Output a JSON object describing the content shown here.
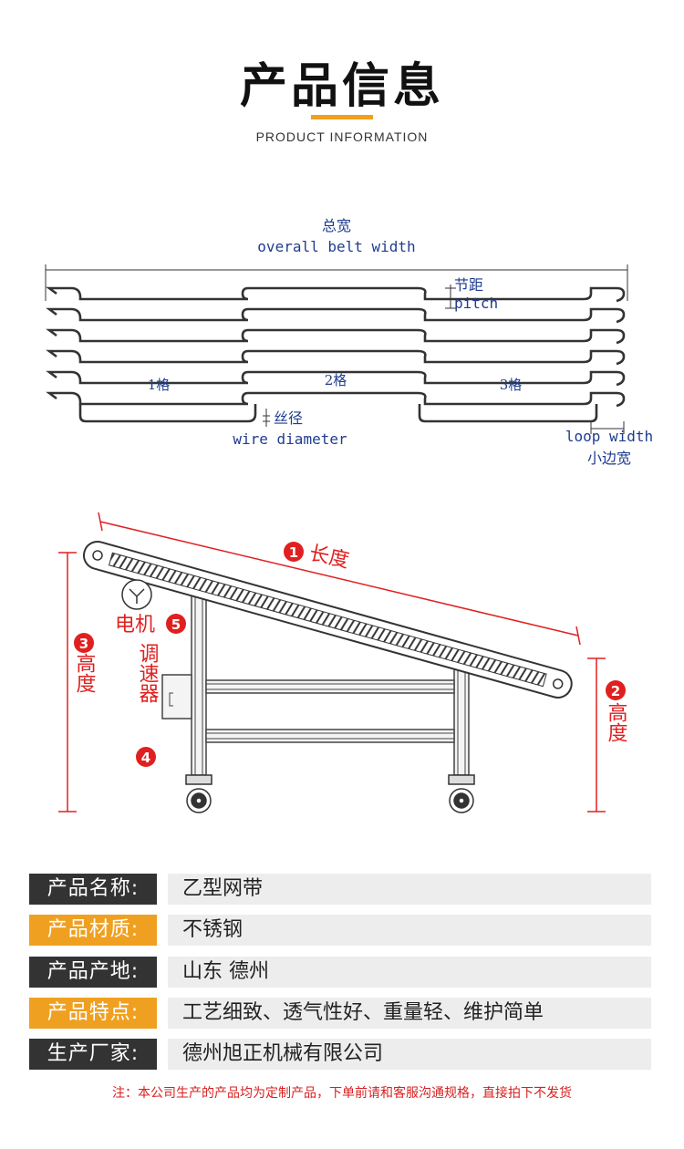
{
  "header": {
    "title": "产品信息",
    "subtitle": "PRODUCT INFORMATION"
  },
  "belt_diagram": {
    "overall_cn": "总宽",
    "overall_en": "overall belt width",
    "pitch_cn": "节距",
    "pitch_en": "pitch",
    "grid_1": "1格",
    "grid_2": "2格",
    "grid_3": "3格",
    "wire_cn": "丝径",
    "wire_en": "wire diameter",
    "loop_en": "loop width",
    "loop_cn": "小边宽",
    "label_color": "#1f3d8f"
  },
  "conveyor_diagram": {
    "marker_color": "#e02020",
    "markers": [
      {
        "num": "1",
        "label": "长度"
      },
      {
        "num": "2",
        "label": "高度"
      },
      {
        "num": "3",
        "label": "高度"
      },
      {
        "num": "4",
        "label": "调速器"
      },
      {
        "num": "5",
        "label": "电机"
      }
    ]
  },
  "specs": [
    {
      "label": "产品名称:",
      "value": "乙型网带",
      "label_color": "#333333"
    },
    {
      "label": "产品材质:",
      "value": "不锈钢",
      "label_color": "#f0a020"
    },
    {
      "label": "产品产地:",
      "value": "山东 德州",
      "label_color": "#333333"
    },
    {
      "label": "产品特点:",
      "value": "工艺细致、透气性好、重量轻、维护简单",
      "label_color": "#f0a020"
    },
    {
      "label": "生产厂家:",
      "value": "德州旭正机械有限公司",
      "label_color": "#333333"
    }
  ],
  "note": "注：本公司生产的产品均为定制产品，下单前请和客服沟通规格，直接拍下不发货"
}
